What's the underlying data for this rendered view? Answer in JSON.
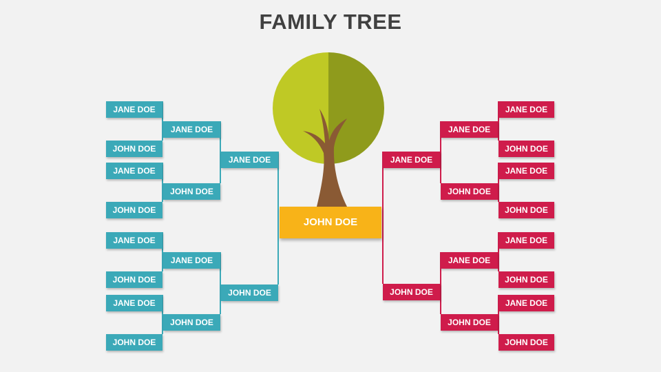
{
  "title": "FAMILY TREE",
  "colors": {
    "paternal": "#3ba9b8",
    "maternal": "#cf1c4b",
    "root": "#f8b318",
    "canopy_light": "#bfc925",
    "canopy_dark": "#8f9b1c",
    "trunk": "#8a5a34"
  },
  "root": {
    "name": "JOHN DOE"
  },
  "left": {
    "gen1": [
      "JANE DOE",
      "JOHN DOE"
    ],
    "gen2": [
      "JANE DOE",
      "JOHN DOE",
      "JANE DOE",
      "JOHN DOE"
    ],
    "gen3": [
      "JANE DOE",
      "JOHN DOE",
      "JANE DOE",
      "JOHN DOE",
      "JANE DOE",
      "JOHN DOE",
      "JANE DOE",
      "JOHN DOE"
    ]
  },
  "right": {
    "gen1": [
      "JANE DOE",
      "JOHN DOE"
    ],
    "gen2": [
      "JANE DOE",
      "JOHN DOE",
      "JANE DOE",
      "JOHN DOE"
    ],
    "gen3": [
      "JANE DOE",
      "JOHN DOE",
      "JANE DOE",
      "JOHN DOE",
      "JANE DOE",
      "JOHN DOE",
      "JANE DOE",
      "JOHN DOE"
    ]
  }
}
